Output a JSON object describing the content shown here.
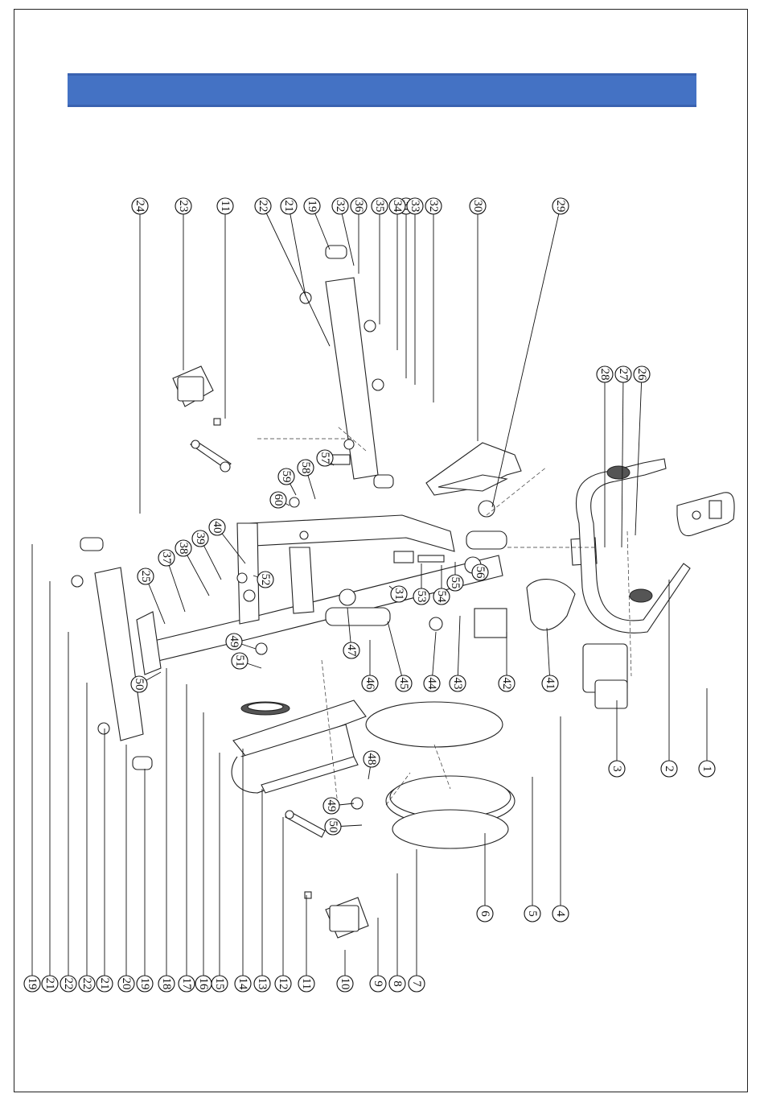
{
  "header": {
    "banner_color": "#4472c4",
    "banner_text": ""
  },
  "diagram": {
    "kind": "exploded-parts-view",
    "subject": "exercise bike",
    "callouts": [
      "1",
      "2",
      "3",
      "4",
      "5",
      "6",
      "7",
      "8",
      "9",
      "10",
      "11",
      "11",
      "12",
      "13",
      "14",
      "15",
      "16",
      "17",
      "18",
      "19",
      "19",
      "19",
      "20",
      "21",
      "21",
      "21",
      "22",
      "22",
      "22",
      "23",
      "24",
      "25",
      "26",
      "27",
      "28",
      "29",
      "30",
      "31",
      "31",
      "32",
      "32",
      "33",
      "34",
      "35",
      "36",
      "37",
      "38",
      "39",
      "40",
      "41",
      "42",
      "43",
      "44",
      "45",
      "46",
      "47",
      "48",
      "49",
      "49",
      "50",
      "50",
      "51",
      "52",
      "53",
      "54",
      "55",
      "56",
      "57",
      "58",
      "59",
      "60"
    ]
  }
}
